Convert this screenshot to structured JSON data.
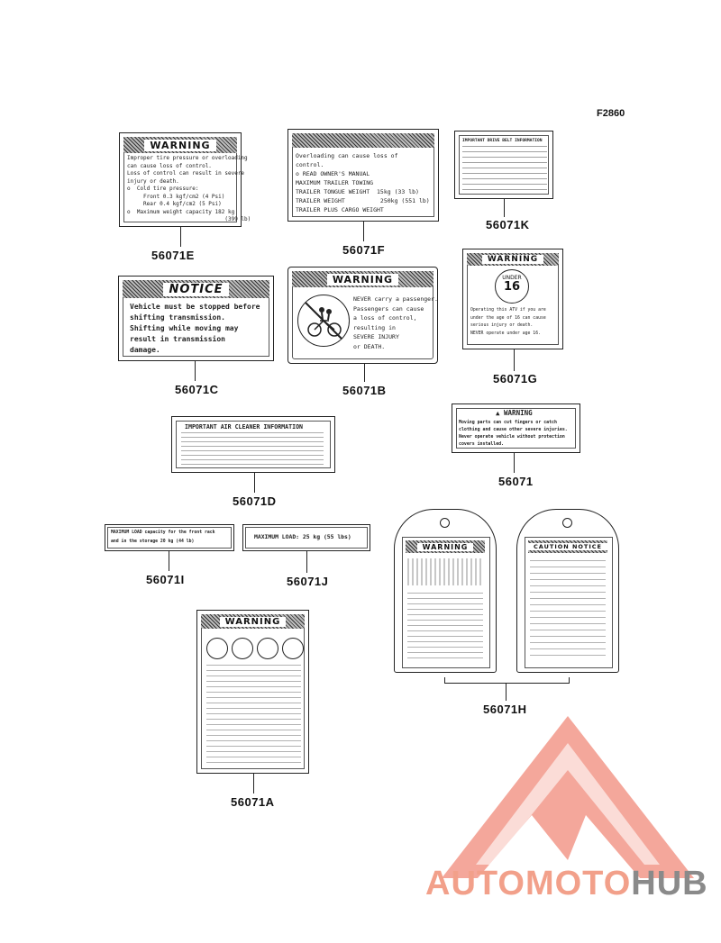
{
  "figure_code": "F2860",
  "parts": {
    "e": {
      "part_no": "56071E",
      "heading": "WARNING",
      "lines": [
        "Improper tire pressure or overloading",
        "can cause loss of control.",
        "Loss of control can result in severe",
        "injury or death.",
        "o  Cold tire pressure:",
        "     Front 0.3 kgf/cm2 (4 Psi)",
        "     Rear 0.4 kgf/cm2 (5 Psi)",
        "o  Maximum weight capacity 182 kg",
        "                              (399 lb)"
      ]
    },
    "f": {
      "part_no": "56071F",
      "lines": [
        "Overloading can cause loss of",
        "control.",
        "o READ OWNER'S MANUAL",
        "MAXIMUM TRAILER TOWING",
        "TRAILER TONGUE WEIGHT  15kg (33 lb)",
        "TRAILER WEIGHT          250kg (551 lb)",
        "TRAILER PLUS CARGO WEIGHT"
      ]
    },
    "k": {
      "part_no": "56071K",
      "heading": "IMPORTANT DRIVE BELT INFORMATION"
    },
    "c": {
      "part_no": "56071C",
      "heading": "NOTICE",
      "lines": [
        "Vehicle must be stopped before",
        "shifting transmission.",
        "Shifting while moving may",
        "result in transmission",
        "damage."
      ]
    },
    "b": {
      "part_no": "56071B",
      "heading": "WARNING",
      "lines": [
        "NEVER carry a passenger.",
        "Passengers can cause",
        "a loss of control,",
        "resulting in",
        "SEVERE INJURY",
        "or DEATH."
      ]
    },
    "g": {
      "part_no": "56071G",
      "heading": "WARNING",
      "badge_top": "UNDER",
      "badge_num": "16",
      "lines": [
        "Operating this ATV if you are",
        "under the age of 16 can cause",
        "serious injury or death.",
        "NEVER operate under age 16."
      ]
    },
    "d": {
      "part_no": "56071D",
      "heading": "IMPORTANT AIR CLEANER INFORMATION"
    },
    "n": {
      "part_no": "56071",
      "heading": "WARNING",
      "lines": [
        "Moving parts can cut fingers or catch",
        "clothing and cause other severe injuries.",
        "Never operate vehicle without protection",
        "covers installed."
      ]
    },
    "i": {
      "part_no": "56071I",
      "lines": [
        "MAXIMUM LOAD capacity for the front rack",
        "and in the storage 20 kg (44 lb)"
      ]
    },
    "j": {
      "part_no": "56071J",
      "text": "MAXIMUM LOAD: 25 kg (55 lbs)"
    },
    "a": {
      "part_no": "56071A",
      "heading": "WARNING"
    },
    "h": {
      "part_no": "56071H",
      "heading": "WARNING",
      "heading2": "CAUTION NOTICE"
    }
  },
  "watermark": {
    "part1": "AUTOMOTO",
    "part2": "HUB",
    "color1": "#f2a08a",
    "color2": "#8a8a8a",
    "triangle_color": "#f08a7a"
  }
}
